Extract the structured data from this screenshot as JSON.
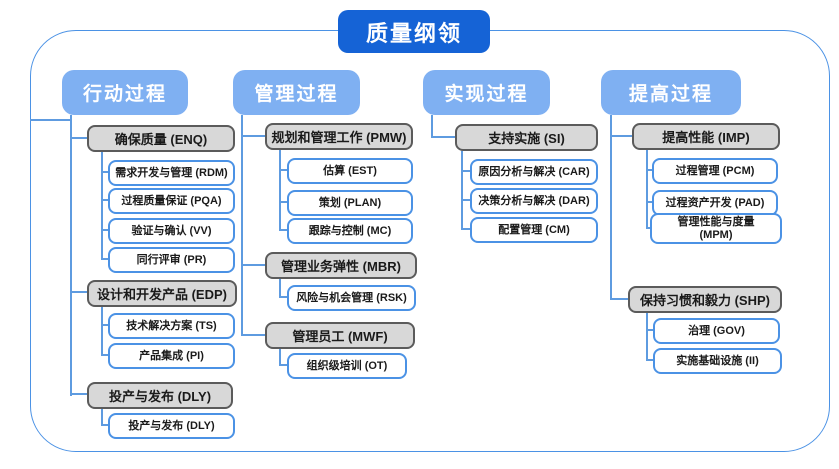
{
  "title": "质量纲领",
  "colors": {
    "title_bg": "#1563D6",
    "header_bg": "#7FB0F2",
    "gray_node_bg": "#D8D8D8",
    "gray_node_border": "#5B5B5B",
    "white_node_border": "#4B92E5",
    "connector": "#5E9BE0",
    "boundary": "#4B92E5",
    "node_text": "#1A1A1A",
    "header_text": "#FFFFFF"
  },
  "columns": [
    {
      "header": "行动过程",
      "groups": [
        {
          "label": "确保质量 (ENQ)",
          "children": [
            "需求开发与管理 (RDM)",
            "过程质量保证 (PQA)",
            "验证与确认 (VV)",
            "同行评审 (PR)"
          ]
        },
        {
          "label": "设计和开发产品 (EDP)",
          "children": [
            "技术解决方案 (TS)",
            "产品集成 (PI)"
          ]
        },
        {
          "label": "投产与发布 (DLY)",
          "children": [
            "投产与发布 (DLY)"
          ]
        }
      ]
    },
    {
      "header": "管理过程",
      "groups": [
        {
          "label": "规划和管理工作 (PMW)",
          "children": [
            "估算 (EST)",
            "策划 (PLAN)",
            "跟踪与控制 (MC)"
          ]
        },
        {
          "label": "管理业务弹性 (MBR)",
          "children": [
            "风险与机会管理 (RSK)"
          ]
        },
        {
          "label": "管理员工 (MWF)",
          "children": [
            "组织级培训 (OT)"
          ]
        }
      ]
    },
    {
      "header": "实现过程",
      "groups": [
        {
          "label": "支持实施 (SI)",
          "children": [
            "原因分析与解决 (CAR)",
            "决策分析与解决 (DAR)",
            "配置管理 (CM)"
          ]
        }
      ]
    },
    {
      "header": "提高过程",
      "groups": [
        {
          "label": "提高性能 (IMP)",
          "children": [
            "过程管理 (PCM)",
            "过程资产开发 (PAD)",
            "管理性能与度量 (MPM)"
          ]
        },
        {
          "label": "保持习惯和毅力 (SHP)",
          "children": [
            "治理 (GOV)",
            "实施基础设施 (II)"
          ]
        }
      ]
    }
  ]
}
